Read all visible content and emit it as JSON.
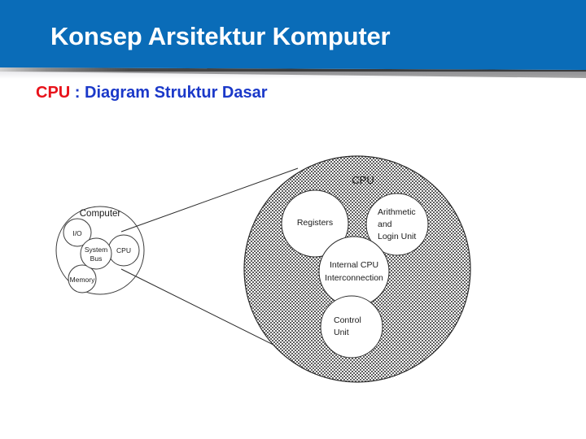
{
  "header": {
    "title": "Konsep Arsitektur Komputer",
    "band_color": "#0a6cb8",
    "shadow_color": "#3d3d3d"
  },
  "subtitle": {
    "accent_text": "CPU",
    "accent_color": "#e8121a",
    "rest_text": " : Diagram Struktur Dasar",
    "rest_color": "#1b39c9"
  },
  "diagram": {
    "computer": {
      "outer_label": "Computer",
      "parts": [
        {
          "label": "I/O"
        },
        {
          "label_line1": "System",
          "label_line2": "Bus"
        },
        {
          "label": "CPU"
        },
        {
          "label": "Memory"
        }
      ]
    },
    "cpu": {
      "title": "CPU",
      "fill_color": "#808080",
      "units": [
        {
          "label": "Registers"
        },
        {
          "line1": "Arithmetic",
          "line2": "and",
          "line3": "Login Unit"
        },
        {
          "line1": "Internal CPU",
          "line2": "Interconnection"
        },
        {
          "line1": "Control",
          "line2": "Unit"
        }
      ]
    }
  }
}
